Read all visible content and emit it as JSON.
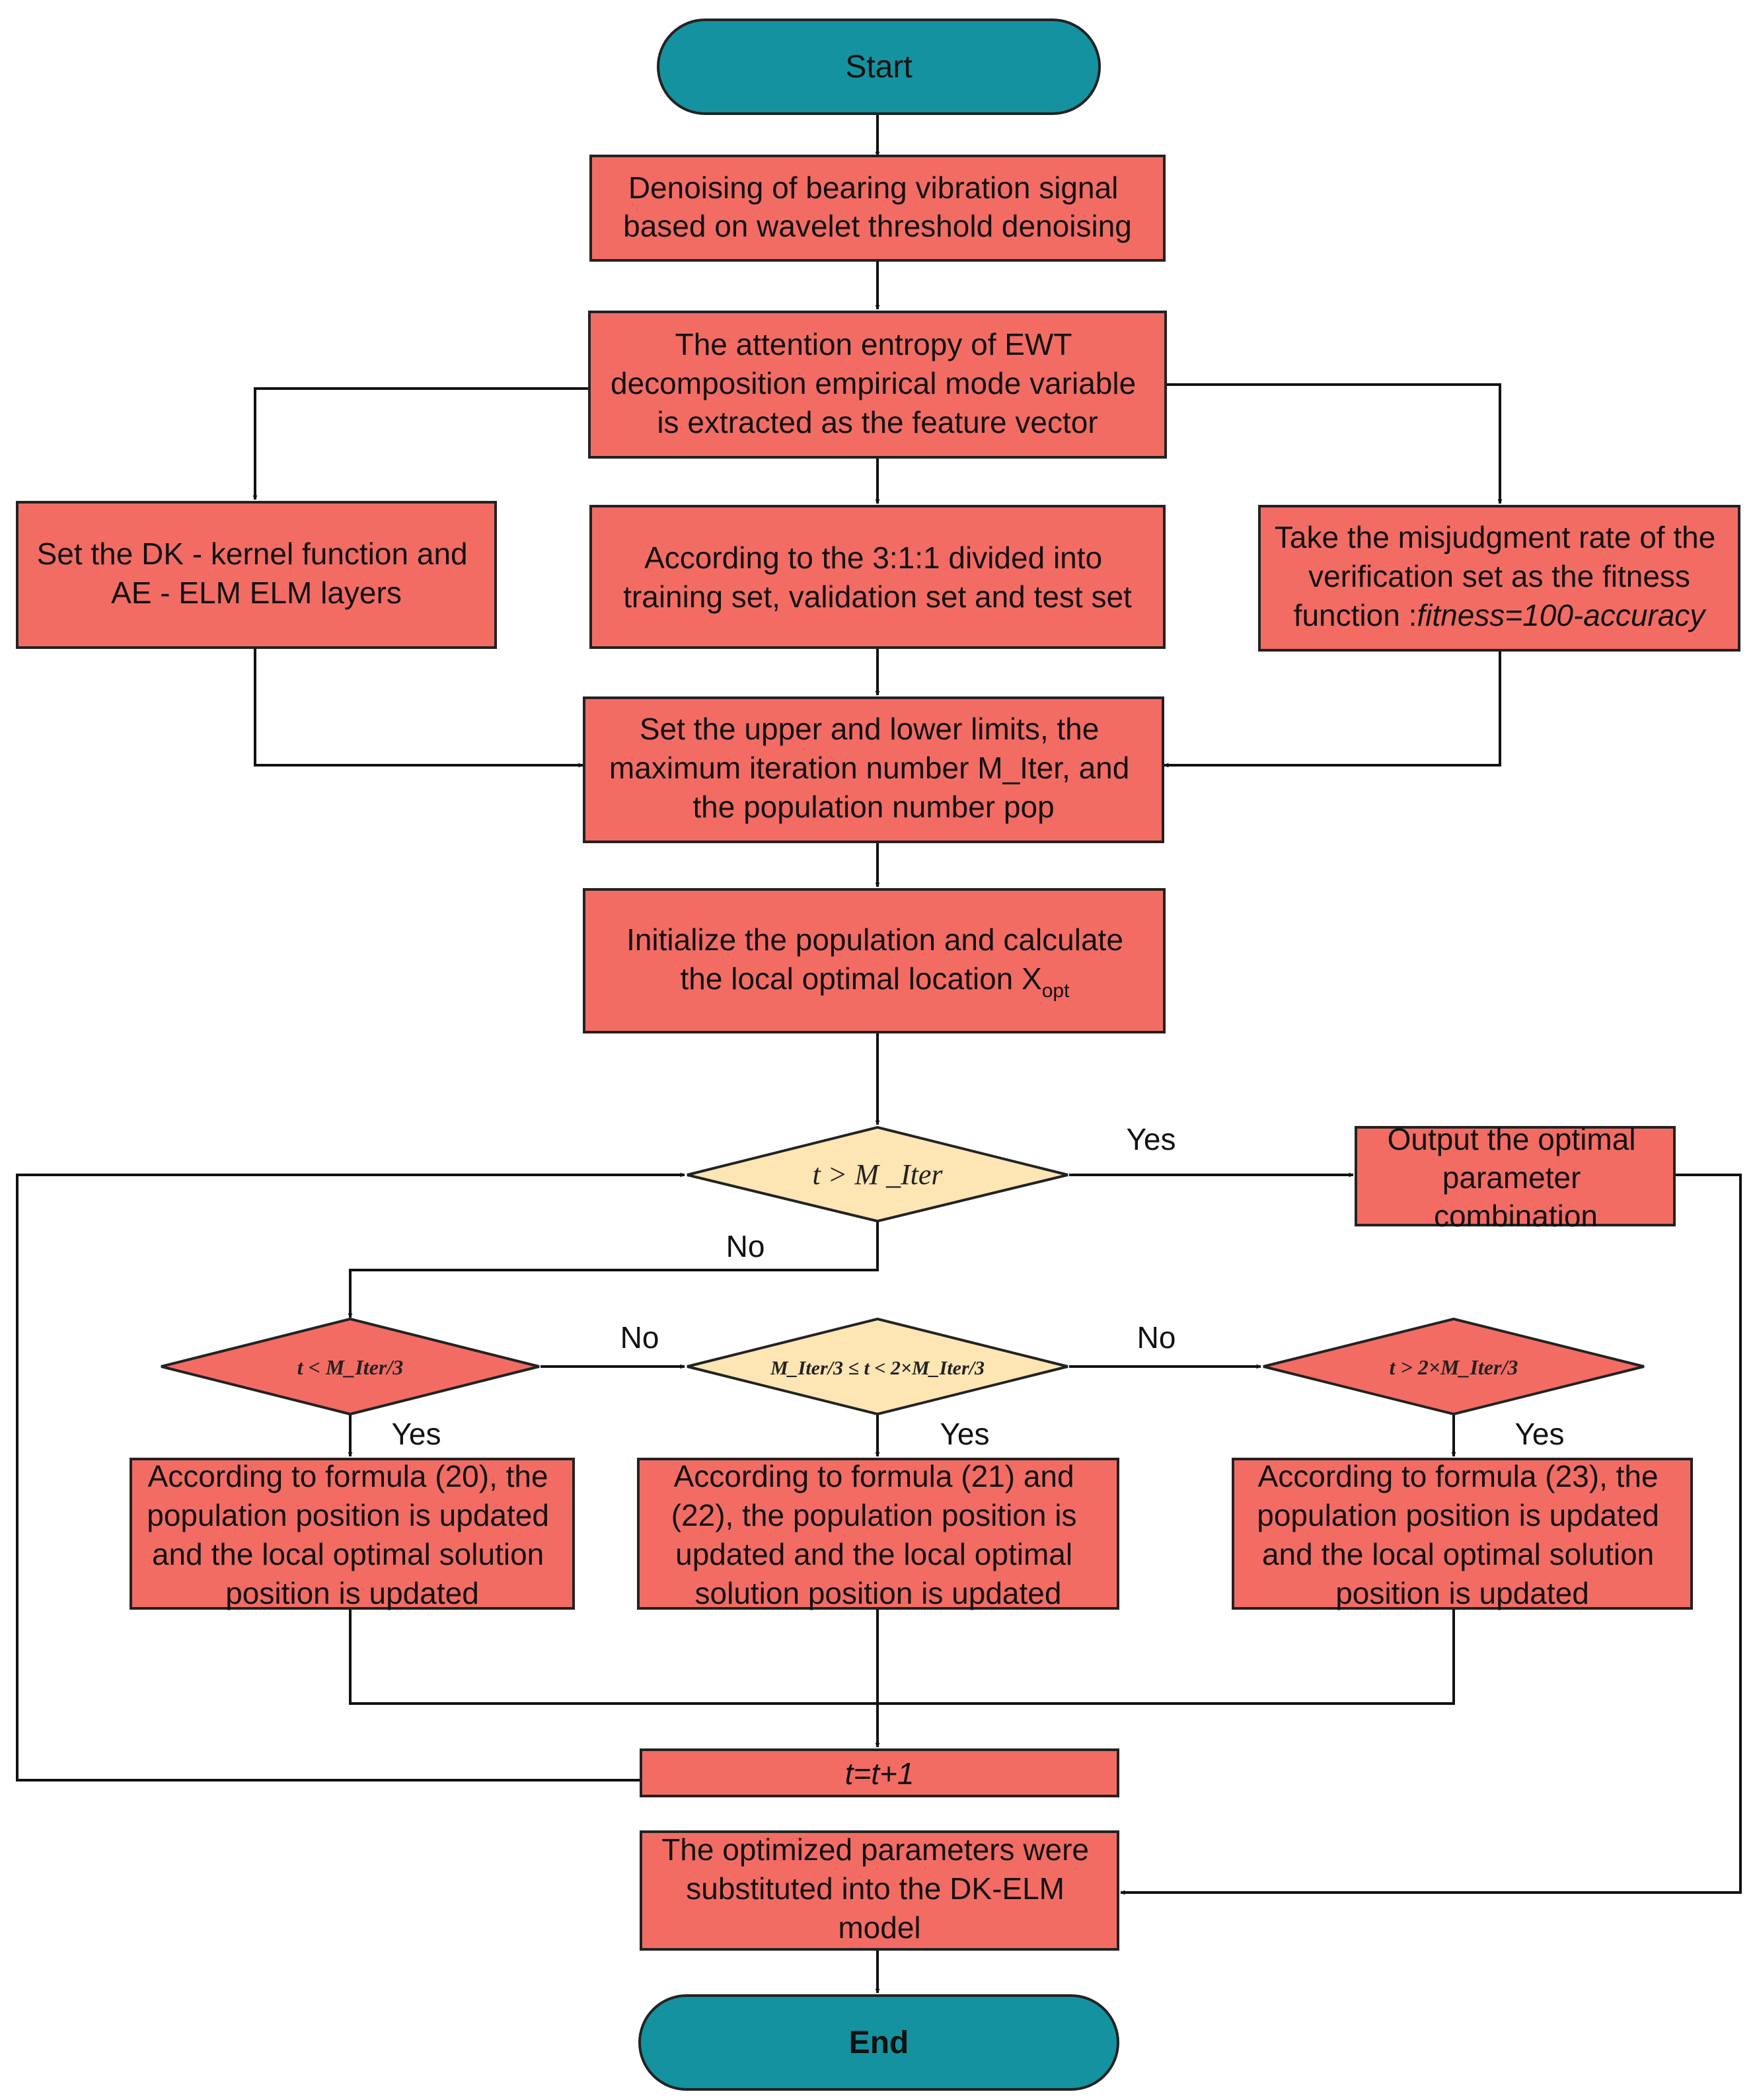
{
  "colors": {
    "process_fill": "#F36C64",
    "terminal_fill": "#14929F",
    "decision_yellow": "#FDE5B4",
    "line": "#111111"
  },
  "start": "Start",
  "end": "End",
  "steps": {
    "denoise": [
      "Denoising of bearing vibration signal",
      "based on wavelet threshold denoising"
    ],
    "entropy": [
      "The attention entropy of EWT",
      "decomposition empirical mode variable",
      "is extracted as the feature vector"
    ],
    "kernel": [
      "Set the DK - kernel function and",
      "AE - ELM ELM layers"
    ],
    "split": [
      "According to the 3:1:1 divided into",
      "training set, validation set and test set"
    ],
    "fitness_line1": "Take the misjudgment rate of the",
    "fitness_line2": "verification set as the fitness",
    "fitness_line3_prefix": "function :",
    "fitness_line3_formula": "fitness=100-accuracy",
    "limits": [
      "Set the upper and lower limits, the",
      "maximum iteration number M_Iter, and",
      "the population number pop"
    ],
    "init_line1": "Initialize the population and calculate",
    "init_line2": "the local optimal location X",
    "init_subscript": "opt",
    "output": [
      "Output the optimal",
      "parameter",
      "combination"
    ],
    "update_a": [
      "According to formula (20), the",
      "population position is updated",
      "and the local optimal solution",
      "position is updated"
    ],
    "update_b": [
      "According to formula (21) and",
      "(22), the population position is",
      "updated and the local optimal",
      "solution position is updated"
    ],
    "update_c": [
      "According to formula (23), the",
      "population position is updated",
      "and the local optimal solution",
      "position is updated"
    ],
    "increment": "t=t+1",
    "final": [
      "The optimized parameters were",
      "substituted into the DK-ELM",
      "model"
    ]
  },
  "decisions": {
    "main": "t > M _Iter",
    "d1": "t < M_Iter/3",
    "d2": "M_Iter/3 ≤ t < 2×M_Iter/3",
    "d3": "t > 2×M_Iter/3"
  },
  "labels": {
    "yes": "Yes",
    "no": "No"
  }
}
